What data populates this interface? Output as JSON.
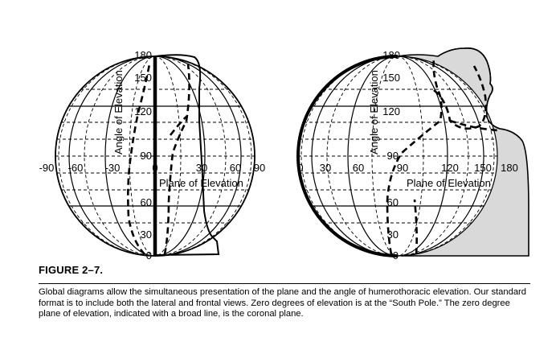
{
  "left_diagram": {
    "elevation_ticks": [
      "180",
      "150",
      "120",
      "90",
      "60",
      "30",
      "0"
    ],
    "plane_ticks": [
      "-90",
      "-60",
      "-30",
      "0",
      "30",
      "60",
      "90"
    ],
    "elevation_axis_label": "Angle of Elevation",
    "plane_axis_label": "Plane of Elevation"
  },
  "right_diagram": {
    "elevation_ticks": [
      "180",
      "150",
      "120",
      "90",
      "60",
      "30",
      "0"
    ],
    "plane_ticks": [
      "0",
      "30",
      "60",
      "90",
      "120",
      "150",
      "180"
    ],
    "elevation_axis_label": "Angle of Elevation",
    "plane_axis_label": "Plane of Elevation"
  },
  "figure_label": "FIGURE 2–7.",
  "caption": "Global diagrams allow the simultaneous presentation of the plane and the angle of humerothoracic elevation. Our standard format is to include both the lateral and frontal views. Zero degrees of elevation is at the “South Pole.” The zero degree plane of elevation, indicated with a broad line, is the coronal plane."
}
